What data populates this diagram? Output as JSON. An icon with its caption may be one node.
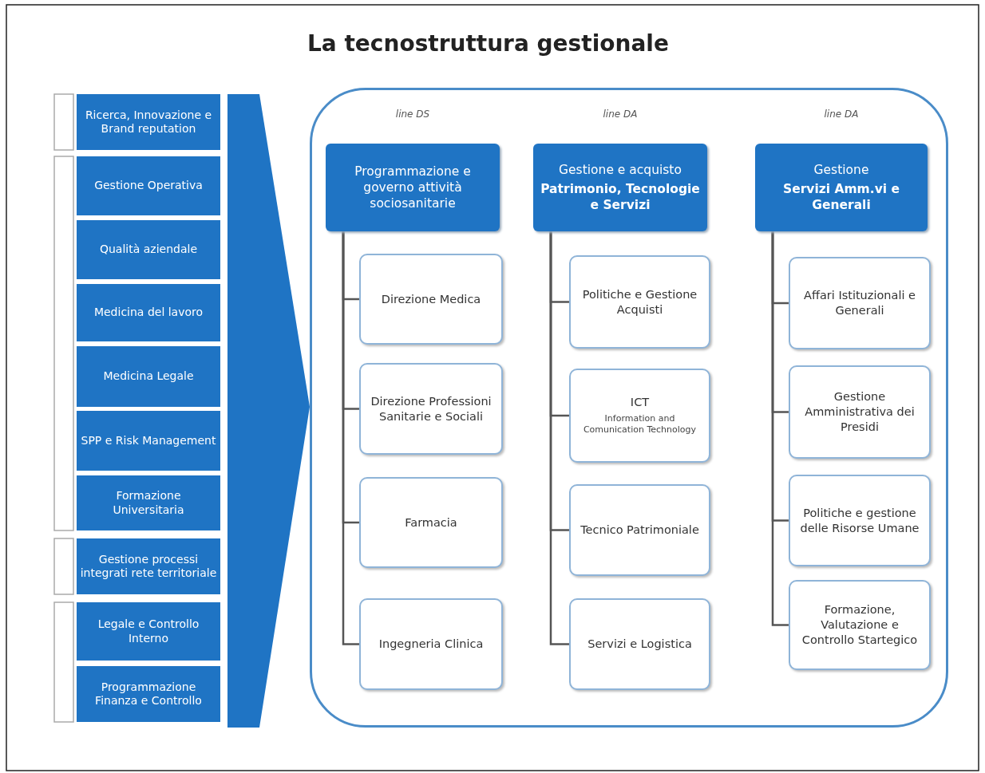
{
  "diagram": {
    "title": "La tecnostruttura gestionale",
    "nodes": [
      {
        "text": [
          "Ricerca, Innovazione e Brand reputation"
        ]
      },
      {
        "text": [
          "Gestione Operativa"
        ]
      },
      {
        "text": [
          "Qualità aziendale"
        ]
      },
      {
        "text": [
          "Medicina del lavoro"
        ]
      },
      {
        "text": [
          "Medicina Legale"
        ]
      },
      {
        "text": [
          "SPP e Risk Management"
        ]
      },
      {
        "text": [
          "Formazione Universitaria"
        ]
      },
      {
        "text": [
          "Gestione processi integrati rete territoriale"
        ]
      },
      {
        "text": [
          "Legale e Controllo Interno"
        ]
      },
      {
        "text": [
          "Programmazione Finanza e Controllo"
        ]
      },
      {
        "text": [],
        "shape": "box"
      },
      {
        "text": [
          "Programmazione e governo attività sociosanitarie"
        ],
        "in": 10,
        "beside": [
          "line DS"
        ]
      },
      {
        "text": [
          "Direzione Medica"
        ],
        "in": 10
      },
      {
        "text": [
          "Direzione Professioni Sanitarie e Sociali"
        ],
        "in": 10
      },
      {
        "text": [
          "Farmacia"
        ],
        "in": 10
      },
      {
        "text": [
          "Ingegneria Clinica"
        ],
        "in": 10
      },
      {
        "text": [
          "Gestione e acquisto",
          "Patrimonio, Tecnologie e Servizi"
        ],
        "in": 10,
        "beside": [
          "line DA"
        ]
      },
      {
        "text": [
          "Politiche e Gestione Acquisti"
        ],
        "in": 10
      },
      {
        "text": [
          "ICT",
          "Information and Comunication Technology"
        ],
        "in": 10
      },
      {
        "text": [
          "Tecnico Patrimoniale"
        ],
        "in": 10
      },
      {
        "text": [
          "Servizi e Logistica"
        ],
        "in": 10
      },
      {
        "text": [
          "Gestione",
          "Servizi Amm.vi e Generali"
        ],
        "in": 10,
        "beside": [
          "line DA"
        ]
      },
      {
        "text": [
          "Affari Istituzionali e Generali"
        ],
        "in": 10
      },
      {
        "text": [
          "Gestione Amministrativa dei Presidi"
        ],
        "in": 10
      },
      {
        "text": [
          "Politiche e gestione delle Risorse Umane"
        ],
        "in": 10
      },
      {
        "text": [
          "Formazione, Valutazione e Controllo Startegico"
        ],
        "in": 10
      }
    ],
    "edges": [
      {
        "from": null,
        "to": 10,
        "arrow": "to"
      },
      {
        "from": 11,
        "to": 12,
        "arrow": "none"
      },
      {
        "from": 11,
        "to": 13,
        "arrow": "none"
      },
      {
        "from": 11,
        "to": 14,
        "arrow": "none"
      },
      {
        "from": 11,
        "to": 15,
        "arrow": "none"
      },
      {
        "from": 16,
        "to": 17,
        "arrow": "none"
      },
      {
        "from": 16,
        "to": 18,
        "arrow": "none"
      },
      {
        "from": 16,
        "to": 19,
        "arrow": "none"
      },
      {
        "from": 16,
        "to": 20,
        "arrow": "none"
      },
      {
        "from": 21,
        "to": 22,
        "arrow": "none"
      },
      {
        "from": 21,
        "to": 23,
        "arrow": "none"
      },
      {
        "from": 21,
        "to": 24,
        "arrow": "none"
      },
      {
        "from": 21,
        "to": 25,
        "arrow": "none"
      }
    ]
  }
}
